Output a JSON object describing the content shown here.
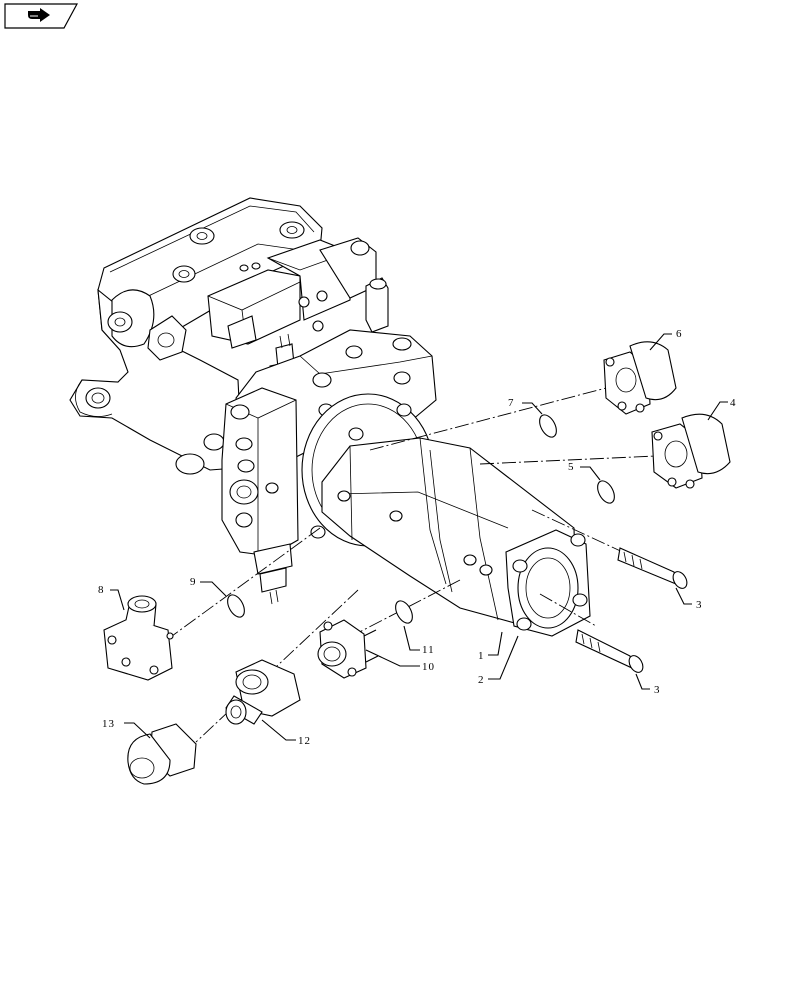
{
  "nav": {
    "icon": "arrow-right-icon"
  },
  "callouts": [
    {
      "id": "c1",
      "label": "1"
    },
    {
      "id": "c2",
      "label": "2"
    },
    {
      "id": "c3a",
      "label": "3"
    },
    {
      "id": "c3b",
      "label": "3"
    },
    {
      "id": "c4",
      "label": "4"
    },
    {
      "id": "c5",
      "label": "5"
    },
    {
      "id": "c6",
      "label": "6"
    },
    {
      "id": "c7",
      "label": "7"
    },
    {
      "id": "c8",
      "label": "8"
    },
    {
      "id": "c9",
      "label": "9"
    },
    {
      "id": "c10",
      "label": "10"
    },
    {
      "id": "c11",
      "label": "11"
    },
    {
      "id": "c12",
      "label": "12"
    },
    {
      "id": "c13",
      "label": "13"
    }
  ],
  "colors": {
    "line": "#000000",
    "background": "#ffffff"
  }
}
